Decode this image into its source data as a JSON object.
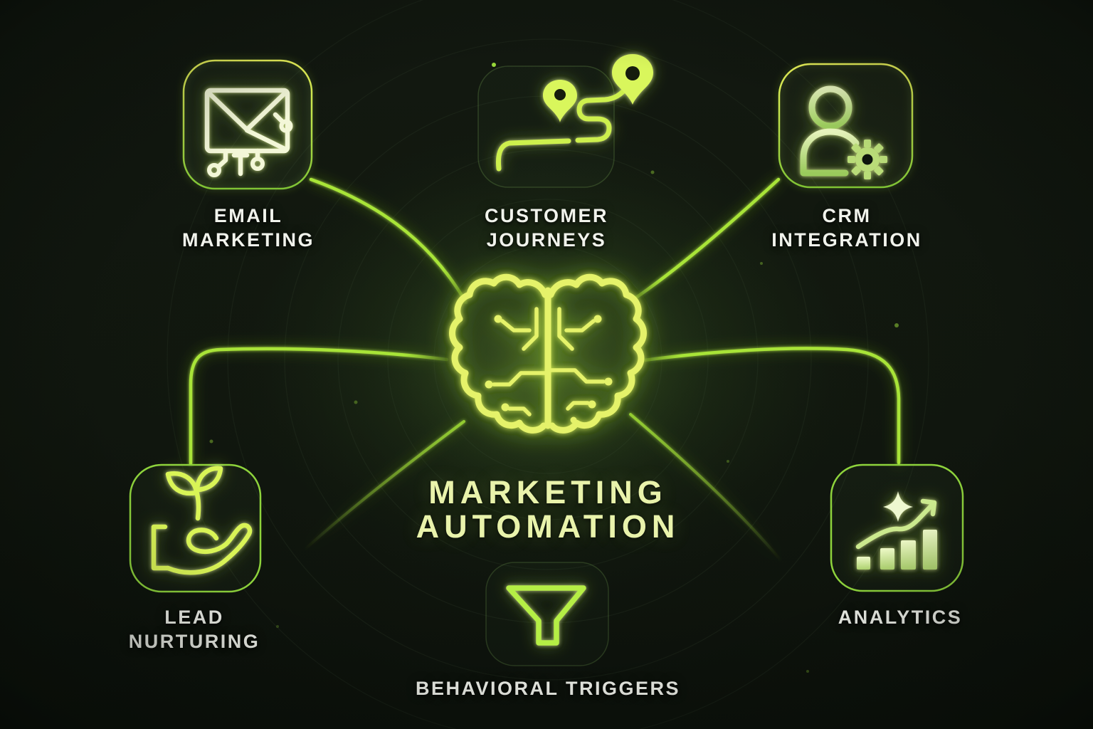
{
  "title": {
    "line1": "MARKETING",
    "line2": "AUTOMATION"
  },
  "center": {
    "icon": "circuit-brain-icon"
  },
  "nodes": [
    {
      "id": "email-marketing",
      "position": "top-left",
      "icon": "email-circuit-icon",
      "lines": [
        "EMAIL",
        "MARKETING"
      ]
    },
    {
      "id": "customer-journeys",
      "position": "top-center",
      "icon": "journey-route-icon",
      "lines": [
        "CUSTOMER",
        "JOURNEYS"
      ]
    },
    {
      "id": "crm-integration",
      "position": "top-right",
      "icon": "user-gear-icon",
      "lines": [
        "CRM",
        "INTEGRATION"
      ]
    },
    {
      "id": "lead-nurturing",
      "position": "bottom-left",
      "icon": "hand-sprout-icon",
      "lines": [
        "LEAD",
        "NURTURING"
      ]
    },
    {
      "id": "behavioral-triggers",
      "position": "bottom-center",
      "icon": "funnel-icon",
      "lines": [
        "BEHAVIORAL TRIGGERS"
      ]
    },
    {
      "id": "analytics",
      "position": "bottom-right",
      "icon": "growth-chart-icon",
      "lines": [
        "ANALYTICS"
      ]
    }
  ],
  "colors": {
    "background": "#10160e",
    "neon_line": "#a8e437",
    "brain": "#e5f26b",
    "icon_pale": "#f3f7d8",
    "icon_lime": "#d6f353",
    "title_text": "#e9f3ab",
    "label_text": "#f1f3ec"
  }
}
